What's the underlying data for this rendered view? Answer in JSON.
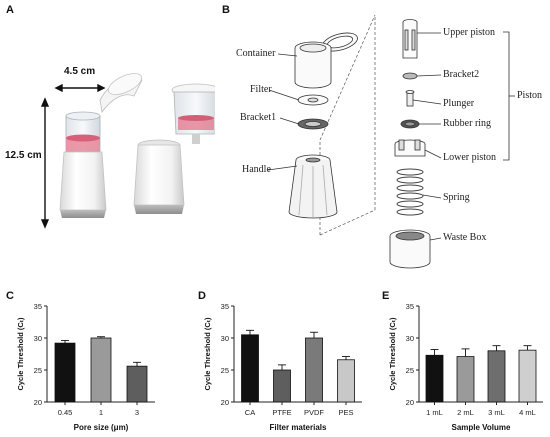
{
  "panels": {
    "a": "A",
    "b": "B",
    "c": "C",
    "d": "D",
    "e": "E"
  },
  "panel_a": {
    "width_label": "4.5 cm",
    "height_label": "12.5 cm"
  },
  "panel_b": {
    "labels": {
      "container": "Container",
      "filter": "Filter",
      "bracket1": "Bracket1",
      "handle": "Handle",
      "upper_piston": "Upper piston",
      "bracket2": "Bracket2",
      "plunger": "Plunger",
      "rubber_ring": "Rubber ring",
      "lower_piston": "Lower piston",
      "spring": "Spring",
      "waste_box": "Waste Box",
      "piston": "Piston"
    }
  },
  "chart_data": [
    {
      "type": "bar",
      "panel": "C",
      "ylabel": "Cycle Threshold (Cₜ)",
      "xlabel": "Pore size (μm)",
      "categories": [
        "0.45",
        "1",
        "3"
      ],
      "values": [
        29.2,
        30.0,
        25.6
      ],
      "errors": [
        0.4,
        0.2,
        0.6
      ],
      "colors": [
        "#111111",
        "#9a9a9a",
        "#5e5e5e"
      ],
      "ylim": [
        20,
        35
      ],
      "yticks": [
        "20",
        "25",
        "30",
        "35"
      ]
    },
    {
      "type": "bar",
      "panel": "D",
      "ylabel": "Cycle Threshold (Cₜ)",
      "xlabel": "Filter materials",
      "categories": [
        "CA",
        "PTFE",
        "PVDF",
        "PES"
      ],
      "values": [
        30.5,
        25.0,
        30.0,
        26.6
      ],
      "errors": [
        0.7,
        0.8,
        0.9,
        0.5
      ],
      "colors": [
        "#111111",
        "#5e5e5e",
        "#7a7a7a",
        "#c8c8c8"
      ],
      "ylim": [
        20,
        35
      ],
      "yticks": [
        "20",
        "25",
        "30",
        "35"
      ]
    },
    {
      "type": "bar",
      "panel": "E",
      "ylabel": "Cycle Threshold (Cₜ)",
      "xlabel": "Sample Volume",
      "categories": [
        "1 mL",
        "2 mL",
        "3 mL",
        "4 mL"
      ],
      "values": [
        27.3,
        27.1,
        28.0,
        28.1
      ],
      "errors": [
        0.9,
        1.2,
        0.8,
        0.7
      ],
      "colors": [
        "#111111",
        "#9a9a9a",
        "#6e6e6e",
        "#cfcfcf"
      ],
      "ylim": [
        20,
        35
      ],
      "yticks": [
        "20",
        "25",
        "30",
        "35"
      ]
    }
  ]
}
